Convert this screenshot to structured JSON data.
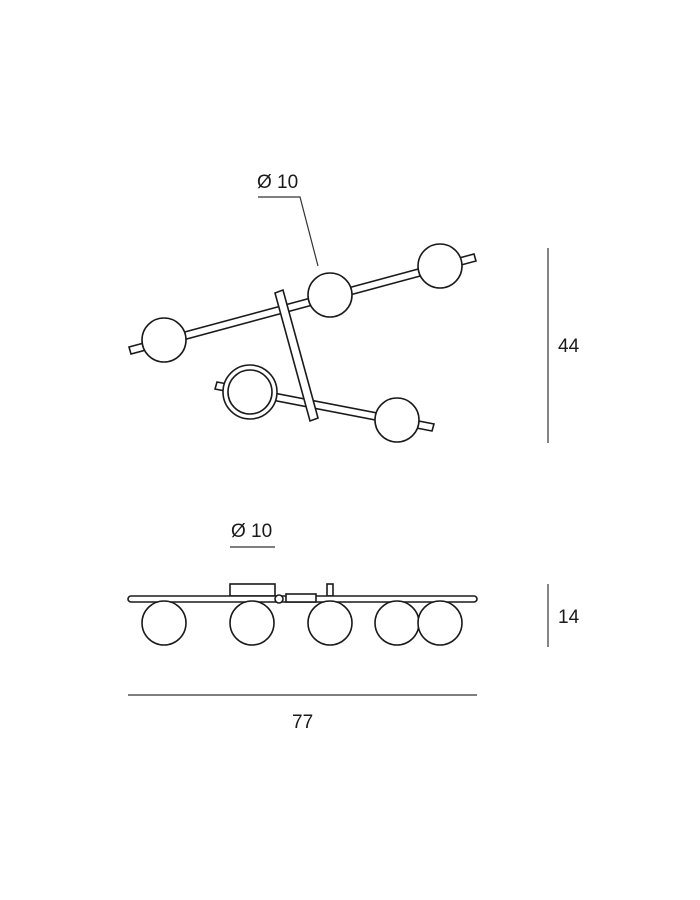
{
  "top_view": {
    "globe_label": "Ø 10",
    "height_label": "44"
  },
  "side_view": {
    "globe_label": "Ø 10",
    "height_label": "14",
    "width_label": "77"
  },
  "colors": {
    "line": "#1a1a1a",
    "background": "#ffffff"
  }
}
